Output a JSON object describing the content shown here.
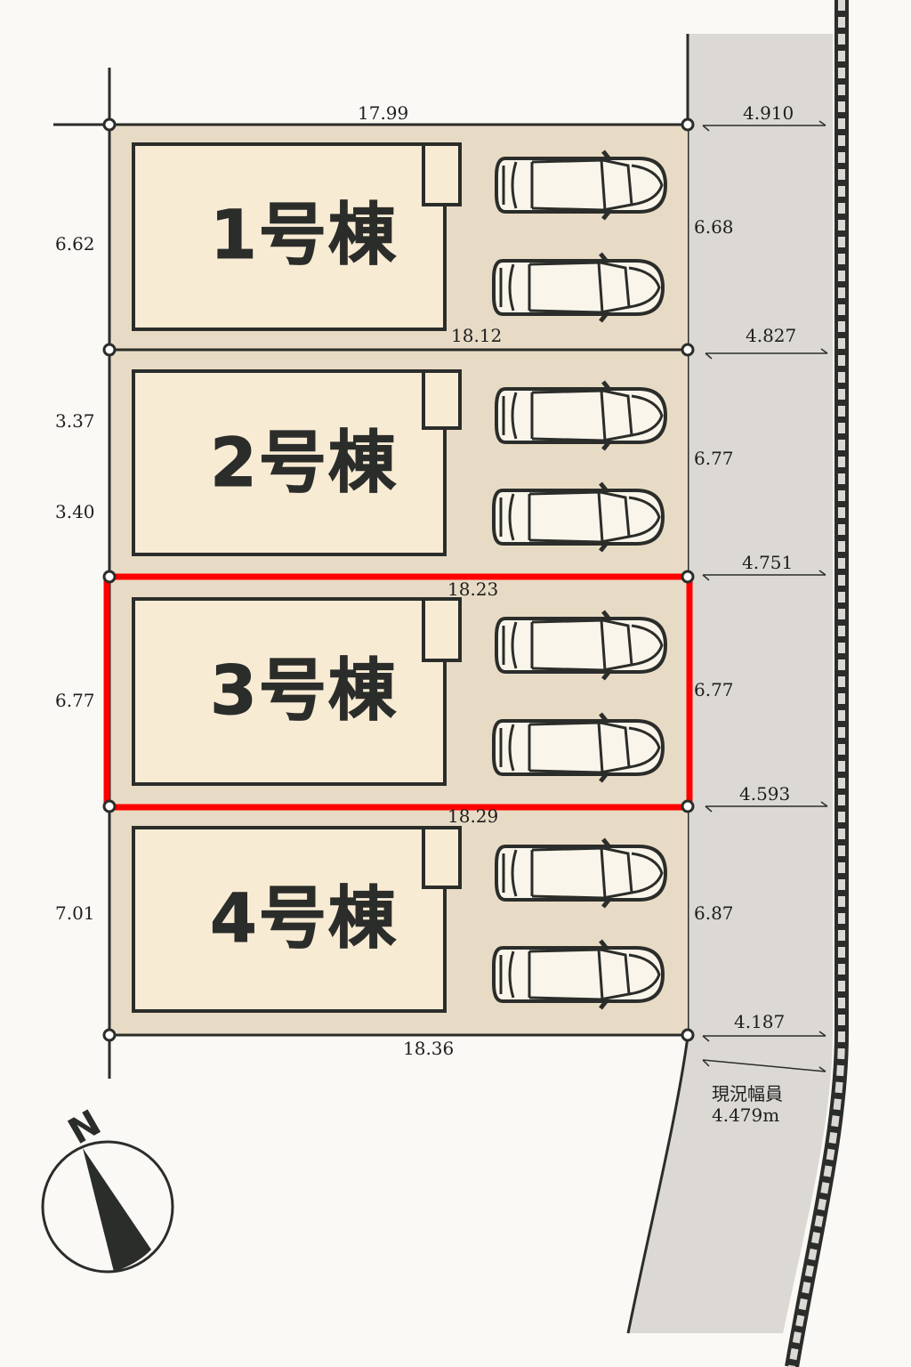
{
  "colors": {
    "background": "#fbf9f5",
    "lot_fill": "#e8dbc5",
    "house_fill": "#f8ebd4",
    "road_fill": "#dcd9d5",
    "line": "#2b2d2a",
    "highlight": "#ff0000"
  },
  "lots": [
    {
      "id": 1,
      "label": "1号棟",
      "left_dim": "6.62",
      "right_dim": "6.68",
      "top_dim": "17.99",
      "road_width": "4.910",
      "parking_spaces": 2,
      "highlighted": false
    },
    {
      "id": 2,
      "label": "2号棟",
      "left_dim_upper": "3.37",
      "left_dim_lower": "3.40",
      "right_dim": "6.77",
      "top_dim": "18.12",
      "road_width": "4.827",
      "parking_spaces": 2,
      "highlighted": false
    },
    {
      "id": 3,
      "label": "3号棟",
      "left_dim": "6.77",
      "right_dim": "6.77",
      "top_dim": "18.23",
      "road_width": "4.751",
      "parking_spaces": 2,
      "highlighted": true
    },
    {
      "id": 4,
      "label": "4号棟",
      "left_dim": "7.01",
      "right_dim": "6.87",
      "top_dim": "18.29",
      "bottom_dim": "18.36",
      "road_width": "4.593",
      "parking_spaces": 2,
      "highlighted": false
    }
  ],
  "road": {
    "bottom_width": "4.187",
    "current_width_label": "現況幅員",
    "current_width_value": "4.479m"
  },
  "compass": {
    "label": "N",
    "icon": "north-arrow-icon"
  }
}
